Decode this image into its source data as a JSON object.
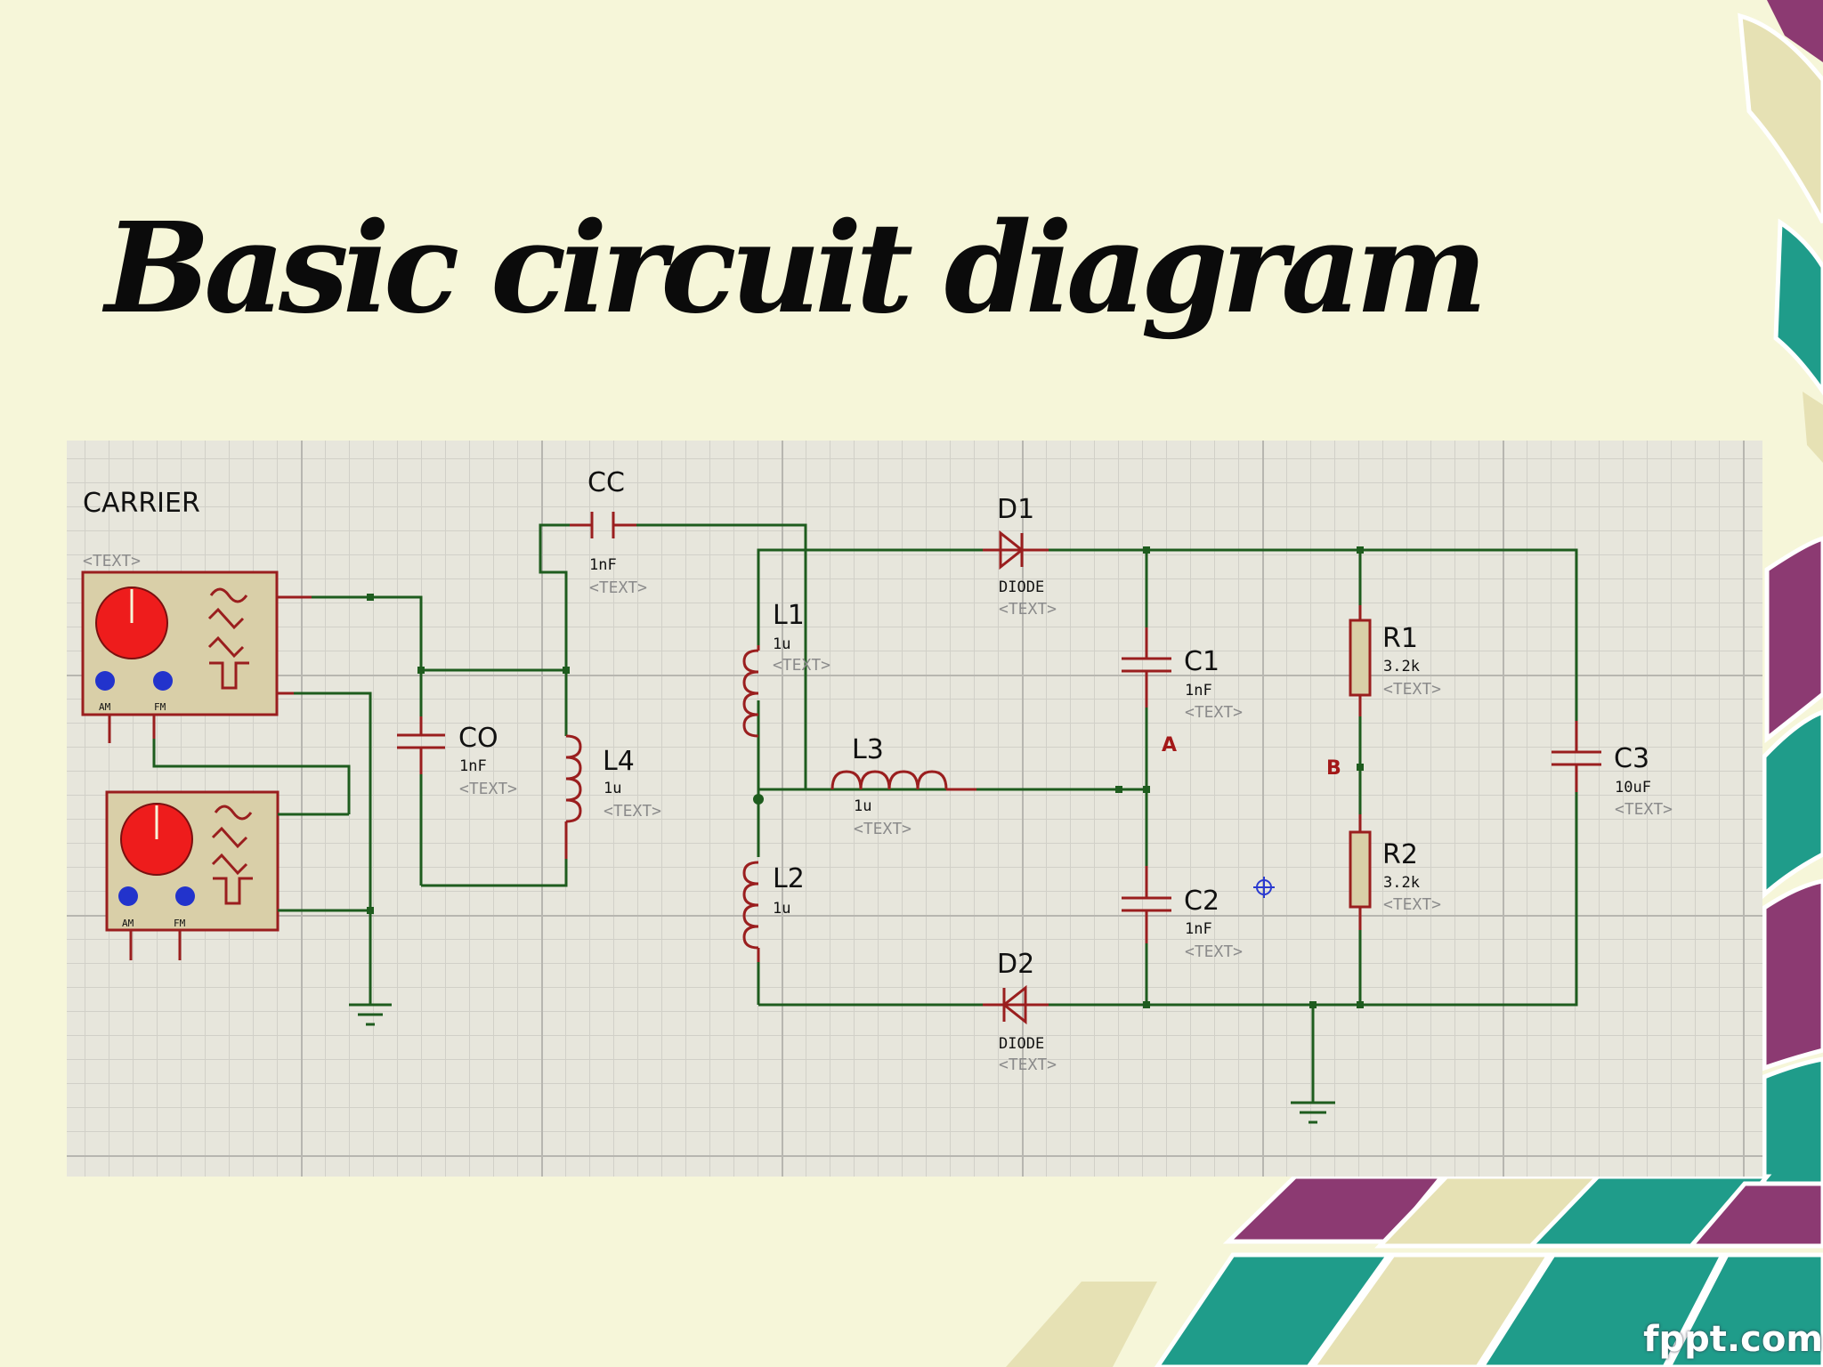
{
  "slide": {
    "title": "Basic circuit diagram",
    "watermark": "fppt.com"
  },
  "colors": {
    "background": "#f6f6d9",
    "grid": "#e7e6dc",
    "wire": "#1e5c1e",
    "component": "#9a1e1e",
    "deco_purple": "#8c3a72",
    "deco_teal": "#1f9c8a",
    "deco_cream": "#e6e1b4"
  },
  "schematic": {
    "generators": {
      "carrier_label": "CARRIER",
      "carrier_text": "<TEXT>",
      "knob_am": "AM",
      "knob_fm": "FM"
    },
    "components": {
      "cc": {
        "name": "CC",
        "value": "1nF",
        "text": "<TEXT>"
      },
      "co": {
        "name": "CO",
        "value": "1nF",
        "text": "<TEXT>"
      },
      "l4": {
        "name": "L4",
        "value": "1u",
        "text": "<TEXT>"
      },
      "l1": {
        "name": "L1",
        "value": "1u",
        "text": "<TEXT>"
      },
      "l2": {
        "name": "L2",
        "value": "1u"
      },
      "l3": {
        "name": "L3",
        "value": "1u",
        "text": "<TEXT>"
      },
      "d1": {
        "name": "D1",
        "value": "DIODE",
        "text": "<TEXT>"
      },
      "d2": {
        "name": "D2",
        "value": "DIODE",
        "text": "<TEXT>"
      },
      "c1": {
        "name": "C1",
        "value": "1nF",
        "text": "<TEXT>"
      },
      "c2": {
        "name": "C2",
        "value": "1nF",
        "text": "<TEXT>"
      },
      "r1": {
        "name": "R1",
        "value": "3.2k",
        "text": "<TEXT>"
      },
      "r2": {
        "name": "R2",
        "value": "3.2k",
        "text": "<TEXT>"
      },
      "c3": {
        "name": "C3",
        "value": "10uF",
        "text": "<TEXT>"
      }
    },
    "nodes": {
      "a": "A",
      "b": "B"
    }
  }
}
